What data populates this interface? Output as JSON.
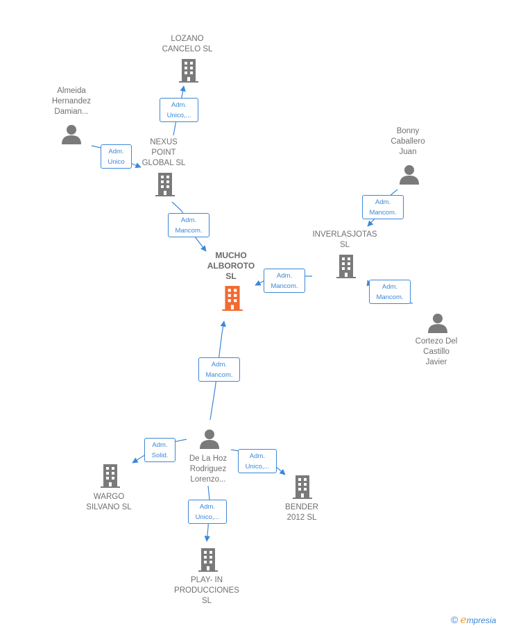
{
  "nodes": {
    "lozano": {
      "label": "LOZANO\nCANCELO SL",
      "kind": "company"
    },
    "almeida": {
      "label": "Almeida\nHernandez\nDamian...",
      "kind": "person"
    },
    "nexus": {
      "label": "NEXUS\nPOINT\nGLOBAL  SL",
      "kind": "company"
    },
    "bonny": {
      "label": "Bonny\nCaballero\nJuan",
      "kind": "person"
    },
    "inverlasjotas": {
      "label": "INVERLASJOTAS\nSL",
      "kind": "company"
    },
    "mucho": {
      "label": "MUCHO\nALBOROTO\nSL",
      "kind": "company",
      "focus": true
    },
    "cortezo": {
      "label": "Cortezo Del\nCastillo\nJavier",
      "kind": "person"
    },
    "delahoz": {
      "label": "De La Hoz\nRodriguez\nLorenzo...",
      "kind": "person"
    },
    "wargo": {
      "label": "WARGO\nSILVANO  SL",
      "kind": "company"
    },
    "bender": {
      "label": "BENDER\n2012 SL",
      "kind": "company"
    },
    "playin": {
      "label": "PLAY- IN\nPRODUCCIONES\nSL",
      "kind": "company"
    }
  },
  "edges": {
    "nexus_lozano": "Adm.\nUnico,...",
    "almeida_nexus": "Adm.\nUnico",
    "nexus_mucho": "Adm.\nMancom.",
    "bonny_inverlasjotas": "Adm.\nMancom.",
    "inverlasjotas_mucho": "Adm.\nMancom.",
    "cortezo_inverlasjotas": "Adm.\nMancom.",
    "delahoz_mucho": "Adm.\nMancom.",
    "delahoz_wargo": "Adm.\nSolid.",
    "delahoz_bender": "Adm.\nUnico,...",
    "delahoz_playin": "Adm.\nUnico,..."
  },
  "colors": {
    "company": "#7a7a7a",
    "focus": "#f26a30",
    "person": "#7a7a7a",
    "edge": "#3d87d6"
  },
  "brand": {
    "copyright": "©",
    "e": "e",
    "rest": "mpresia"
  }
}
